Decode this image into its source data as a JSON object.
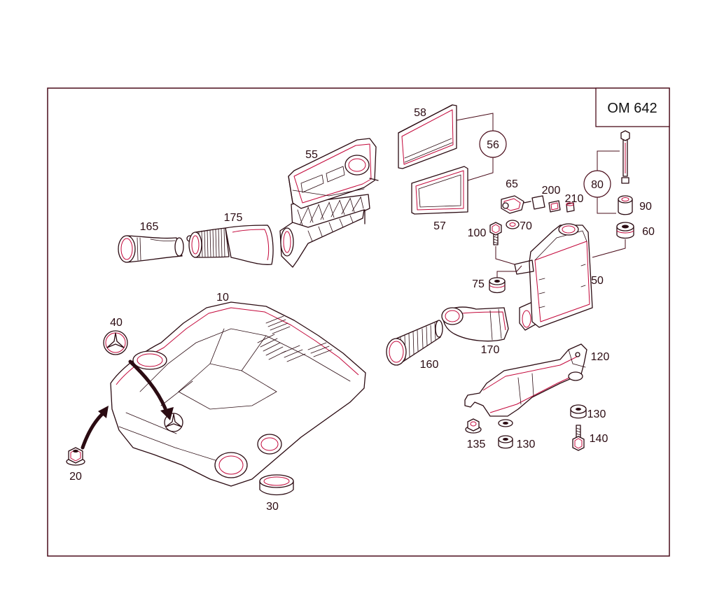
{
  "diagram": {
    "engine_badge": "OM 642",
    "callouts": {
      "p10": "10",
      "p20": "20",
      "p30": "30",
      "p40": "40",
      "p50": "50",
      "p55": "55",
      "p56": "56",
      "p57": "57",
      "p58": "58",
      "p60": "60",
      "p65": "65",
      "p70": "70",
      "p75": "75",
      "p80": "80",
      "p90": "90",
      "p100": "100",
      "p120": "120",
      "p130_upper": "130",
      "p130_lower": "130",
      "p135": "135",
      "p140": "140",
      "p160": "160",
      "p165": "165",
      "p170": "170",
      "p175": "175",
      "p200": "200",
      "p210": "210"
    }
  },
  "colors": {
    "line": "#2b0b12",
    "accent": "#c3073a",
    "frame": "#4a0c1a",
    "background": "#ffffff"
  }
}
